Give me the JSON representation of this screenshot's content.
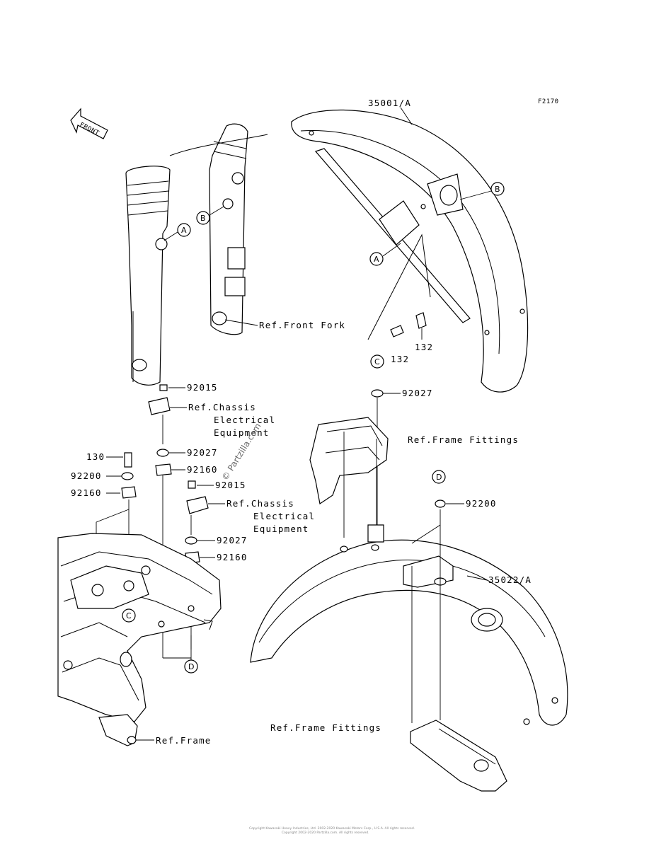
{
  "diagram": {
    "ref_code": "F2170",
    "front_label": "FRONT",
    "watermark": "© Partzilla.com",
    "footer_line1": "Copyright Kawasaki Heavy Industries, Ltd. 2002-2020 Kawasaki Motors Corp., U.S.A. All rights reserved.",
    "footer_line2": "Copyright 2002-2020 Partzilla.com. All rights reserved.",
    "callouts": {
      "a1": "A",
      "a2": "A",
      "b1": "B",
      "b2": "B",
      "c1": "C",
      "c2": "C",
      "d1": "D",
      "d2": "D"
    },
    "parts": {
      "front_fender": "35001/A",
      "rear_fender": "35022/A",
      "bolt_132_a": "132",
      "bolt_132_b": "132",
      "p92015_a": "92015",
      "p92015_b": "92015",
      "p92027_a": "92027",
      "p92027_b": "92027",
      "p92027_c": "92027",
      "p92160_a": "92160",
      "p92160_b": "92160",
      "p92160_c": "92160",
      "p92200_a": "92200",
      "p92200_b": "92200",
      "bolt_130": "130"
    },
    "refs": {
      "front_fork": "Ref.Front Fork",
      "chassis_a": [
        "Ref.Chassis",
        "Electrical",
        "Equipment"
      ],
      "chassis_b": [
        "Ref.Chassis",
        "Electrical",
        "Equipment"
      ],
      "frame_fittings_a": "Ref.Frame Fittings",
      "frame_fittings_b": "Ref.Frame Fittings",
      "frame": "Ref.Frame"
    }
  }
}
